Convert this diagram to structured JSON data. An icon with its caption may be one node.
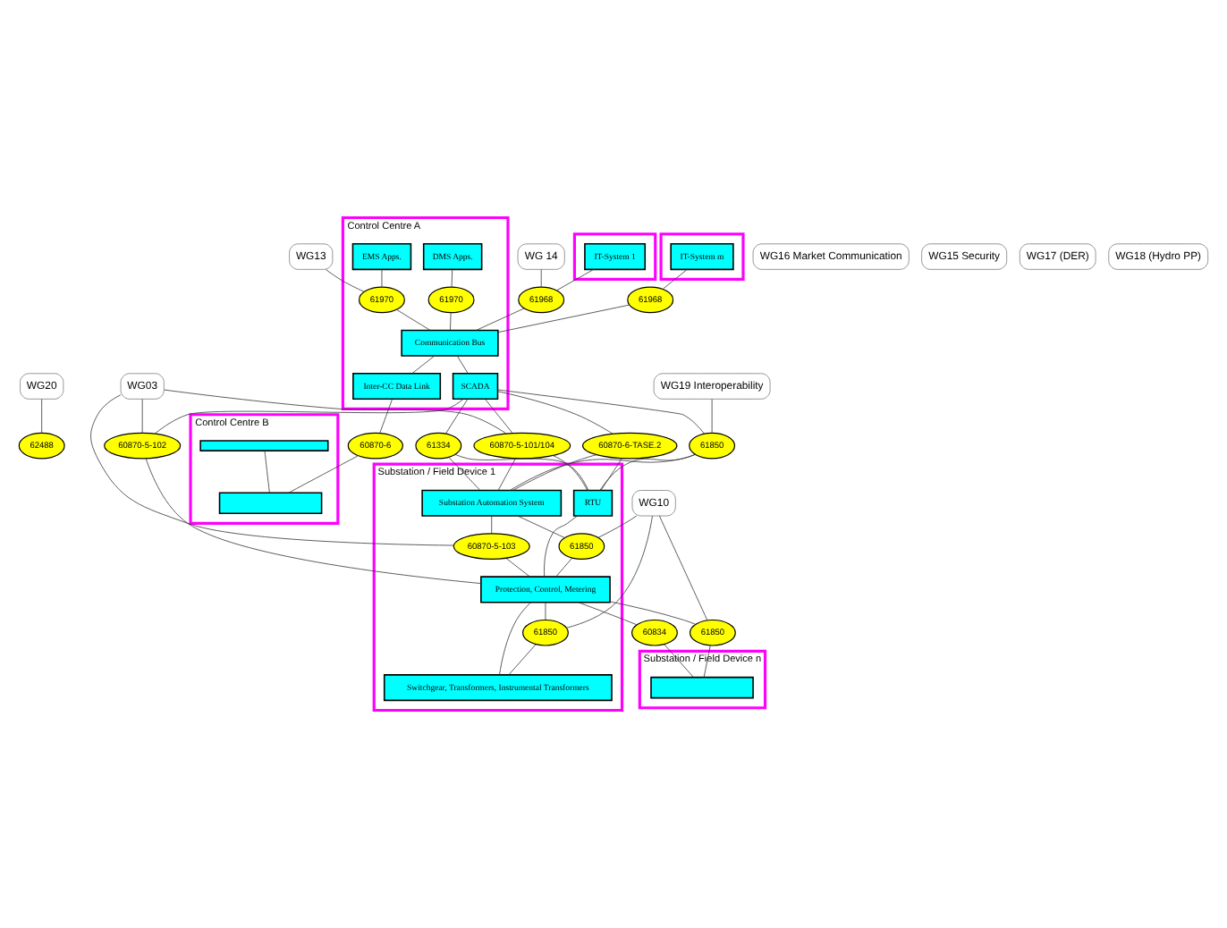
{
  "diagram": {
    "nodes": [
      {
        "text": [
          "WG13"
        ]
      },
      {
        "text": [
          "WG 14"
        ]
      },
      {
        "text": [],
        "shape": "box"
      },
      {
        "text": [
          "IT-System 1"
        ],
        "in": 2
      },
      {
        "text": [],
        "shape": "box"
      },
      {
        "text": [
          "IT-System m"
        ],
        "in": 4
      },
      {
        "text": [
          "WG16 Market Communication"
        ]
      },
      {
        "text": [
          "Control Centre A"
        ]
      },
      {
        "text": [
          "EMS Apps."
        ],
        "in": 7
      },
      {
        "text": [
          "DMS Apps."
        ],
        "in": 7
      },
      {
        "text": [
          "61970"
        ],
        "in": 7
      },
      {
        "text": [
          "61970"
        ],
        "in": 7
      },
      {
        "text": [
          "61968"
        ]
      },
      {
        "text": [
          "61968"
        ]
      },
      {
        "text": [
          "Communication Bus"
        ],
        "in": 7
      },
      {
        "text": [
          "SCADA"
        ],
        "in": 7
      },
      {
        "text": [
          "Inter-CC Data Link"
        ],
        "in": 7
      },
      {
        "text": [
          "60870-6"
        ]
      },
      {
        "text": [
          "Control Centre B"
        ]
      },
      {
        "text": [],
        "shape": "bar",
        "in": 18
      },
      {
        "text": [],
        "shape": "box",
        "in": 18
      },
      {
        "text": [
          "WG20"
        ]
      },
      {
        "text": [
          "62488"
        ]
      },
      {
        "text": [
          "60870-5-102"
        ]
      },
      {
        "text": [
          "61334"
        ]
      },
      {
        "text": [
          "60870-5-101/104"
        ]
      },
      {
        "text": [
          "60870-6-TASE.2"
        ]
      },
      {
        "text": [
          "61850"
        ]
      },
      {
        "text": [
          "WG19 Interoperability"
        ]
      },
      {
        "text": [
          "WG15 Security"
        ]
      },
      {
        "text": [
          "Substation / Field Device 1"
        ]
      },
      {
        "text": [
          "RTU"
        ],
        "in": 30
      },
      {
        "text": [
          "Substation Automation System"
        ],
        "in": 30
      },
      {
        "text": [
          "WG03"
        ]
      },
      {
        "text": [
          "60870-5-103"
        ],
        "in": 30
      },
      {
        "text": [
          "61850"
        ],
        "in": 30
      },
      {
        "text": [
          "Protection, Control, Metering"
        ],
        "in": 30
      },
      {
        "text": [
          "61850"
        ],
        "in": 30
      },
      {
        "text": [
          "Switchgear, Transformers, Instrumental Transformers"
        ],
        "in": 30
      },
      {
        "text": [
          "WG10"
        ]
      },
      {
        "text": [
          "61850"
        ]
      },
      {
        "text": [
          "60834"
        ]
      },
      {
        "text": [
          "Substation / Field Device n"
        ]
      },
      {
        "text": [],
        "shape": "box",
        "in": 42
      },
      {
        "text": [
          "WG17 (DER)"
        ]
      },
      {
        "text": [
          "WG18 (Hydro PP)"
        ]
      }
    ],
    "edges": [
      {
        "from": 0,
        "to": 10,
        "arrow": "none"
      },
      {
        "from": 1,
        "to": 12,
        "arrow": "none"
      },
      {
        "from": 3,
        "to": 12,
        "arrow": "none"
      },
      {
        "from": 12,
        "to": 14,
        "arrow": "none"
      },
      {
        "from": 5,
        "to": 13,
        "arrow": "none"
      },
      {
        "from": 13,
        "to": 14,
        "arrow": "none"
      },
      {
        "from": 8,
        "to": 10,
        "arrow": "none"
      },
      {
        "from": 10,
        "to": 14,
        "arrow": "none"
      },
      {
        "from": 9,
        "to": 11,
        "arrow": "none"
      },
      {
        "from": 11,
        "to": 14,
        "arrow": "none"
      },
      {
        "from": 14,
        "to": 15,
        "arrow": "none"
      },
      {
        "from": 14,
        "to": 16,
        "arrow": "none"
      },
      {
        "from": 16,
        "to": 17,
        "arrow": "none"
      },
      {
        "from": 17,
        "to": 20,
        "arrow": "none"
      },
      {
        "from": 19,
        "to": 20,
        "arrow": "none"
      },
      {
        "from": 21,
        "to": 22,
        "arrow": "none"
      },
      {
        "from": 15,
        "to": 23,
        "arrow": "none"
      },
      {
        "from": 15,
        "to": 24,
        "arrow": "none"
      },
      {
        "from": 15,
        "to": 25,
        "arrow": "none"
      },
      {
        "from": 15,
        "to": 26,
        "arrow": "none"
      },
      {
        "from": 15,
        "to": 27,
        "arrow": "none"
      },
      {
        "from": 28,
        "to": 27,
        "arrow": "none"
      },
      {
        "from": 33,
        "to": 23,
        "arrow": "none"
      },
      {
        "from": 33,
        "to": 25,
        "arrow": "none"
      },
      {
        "from": 33,
        "to": 34,
        "arrow": "none"
      },
      {
        "from": 24,
        "to": 31,
        "arrow": "none"
      },
      {
        "from": 24,
        "to": 32,
        "arrow": "none"
      },
      {
        "from": 25,
        "to": 31,
        "arrow": "none"
      },
      {
        "from": 25,
        "to": 32,
        "arrow": "none"
      },
      {
        "from": 26,
        "to": 31,
        "arrow": "none"
      },
      {
        "from": 26,
        "to": 32,
        "arrow": "none"
      },
      {
        "from": 27,
        "to": 31,
        "arrow": "none"
      },
      {
        "from": 27,
        "to": 32,
        "arrow": "none"
      },
      {
        "from": 23,
        "to": 36,
        "arrow": "none"
      },
      {
        "from": 31,
        "to": 36,
        "arrow": "none"
      },
      {
        "from": 32,
        "to": 34,
        "arrow": "none"
      },
      {
        "from": 34,
        "to": 36,
        "arrow": "none"
      },
      {
        "from": 32,
        "to": 35,
        "arrow": "none"
      },
      {
        "from": 35,
        "to": 36,
        "arrow": "none"
      },
      {
        "from": 36,
        "to": 37,
        "arrow": "none"
      },
      {
        "from": 37,
        "to": 38,
        "arrow": "none"
      },
      {
        "from": 36,
        "to": 38,
        "arrow": "none"
      },
      {
        "from": 36,
        "to": 40,
        "arrow": "none"
      },
      {
        "from": 40,
        "to": 43,
        "arrow": "none"
      },
      {
        "from": 36,
        "to": 41,
        "arrow": "none"
      },
      {
        "from": 41,
        "to": 43,
        "arrow": "none"
      },
      {
        "from": 39,
        "to": 35,
        "arrow": "none"
      },
      {
        "from": 39,
        "to": 37,
        "arrow": "none"
      },
      {
        "from": 39,
        "to": 40,
        "arrow": "none"
      }
    ]
  }
}
